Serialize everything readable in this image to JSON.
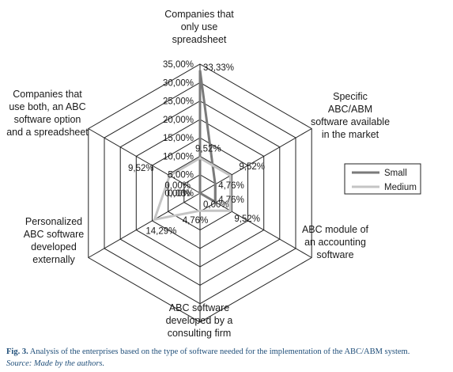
{
  "chart_data": {
    "type": "radar",
    "axes": [
      [
        "Companies that",
        "only use",
        "spreadsheet"
      ],
      [
        "Specific",
        "ABC/ABM",
        "software available",
        "in the market"
      ],
      [
        "ABC module of",
        "an accounting",
        "software"
      ],
      [
        "ABC software",
        "developed by a",
        "consulting firm"
      ],
      [
        "Personalized",
        "ABC software",
        "developed",
        "externally"
      ],
      [
        "Companies that",
        "use both, an ABC",
        "software option",
        "and a spreadsheet"
      ]
    ],
    "ticks": [
      "0,00%",
      "5,00%",
      "10,00%",
      "15,00%",
      "20,00%",
      "25,00%",
      "30,00%",
      "35,00%"
    ],
    "rmax": 35,
    "series": [
      {
        "name": "Small",
        "color": "#7a7a7a",
        "values": [
          33.33,
          4.76,
          4.76,
          0,
          0,
          0
        ],
        "labels": [
          "33,33%",
          "4,76%",
          "4,76%",
          "0,00%",
          "0,00%",
          "0,00%"
        ]
      },
      {
        "name": "Medium",
        "color": "#c4c4c4",
        "values": [
          9.52,
          9.52,
          9.52,
          4.76,
          14.29,
          9.52
        ],
        "labels": [
          "9,52%",
          "9,52%",
          "9,52%",
          "4,76%",
          "14,29%",
          "9,52%"
        ]
      }
    ],
    "legend_position": "right",
    "grid": true
  },
  "caption": {
    "figure": "Fig. 3.",
    "text": " Analysis of the enterprises based on the type of software needed for the implementation of the ABC/ABM system.",
    "source": "Source: Made by the authors."
  }
}
